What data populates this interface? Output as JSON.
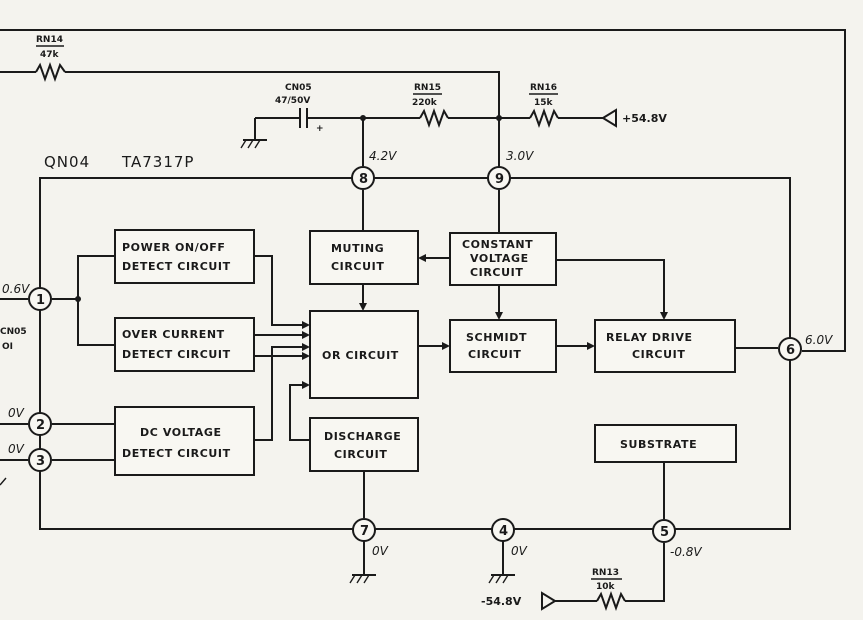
{
  "chip": {
    "ref": "QN04",
    "part": "TA7317P"
  },
  "blocks": {
    "power_detect": [
      "POWER ON/OFF",
      "DETECT CIRCUIT"
    ],
    "over_current": [
      "OVER CURRENT",
      "DETECT CIRCUIT"
    ],
    "dc_voltage": [
      "DC VOLTAGE",
      "DETECT CIRCUIT"
    ],
    "muting": [
      "MUTING",
      "CIRCUIT"
    ],
    "or_circuit": [
      "OR CIRCUIT"
    ],
    "discharge": [
      "DISCHARGE",
      "CIRCUIT"
    ],
    "constant_voltage": [
      "CONSTANT",
      "VOLTAGE",
      "CIRCUIT"
    ],
    "schmidt": [
      "SCHMIDT",
      "CIRCUIT"
    ],
    "relay_drive": [
      "RELAY DRIVE",
      "CIRCUIT"
    ],
    "substrate": [
      "SUBSTRATE"
    ]
  },
  "pins": {
    "p1": "1",
    "p2": "2",
    "p3": "3",
    "p4": "4",
    "p5": "5",
    "p6": "6",
    "p7": "7",
    "p8": "8",
    "p9": "9"
  },
  "voltages": {
    "p1": "0.6V",
    "p2": "0V",
    "p3": "0V",
    "p4": "0V",
    "p5": "-0.8V",
    "p6": "6.0V",
    "p7": "0V",
    "p8": "4.2V",
    "p9": "3.0V"
  },
  "components": {
    "rn14": {
      "ref": "RN14",
      "value": "47k"
    },
    "cn05": {
      "ref": "CN05",
      "value": "47/50V",
      "polarity": "+"
    },
    "rn15": {
      "ref": "RN15",
      "value": "220k"
    },
    "rn16": {
      "ref": "RN16",
      "value": "15k"
    },
    "rn13": {
      "ref": "RN13",
      "value": "10k"
    }
  },
  "supplies": {
    "pos": "+54.8V",
    "neg": "-54.8V"
  },
  "edge_labels": {
    "cn_left_ref": "CN05",
    "cn_left_val": "OI"
  },
  "colors": {
    "ink": "#1a1a1a",
    "paper": "#f4f3ee"
  }
}
